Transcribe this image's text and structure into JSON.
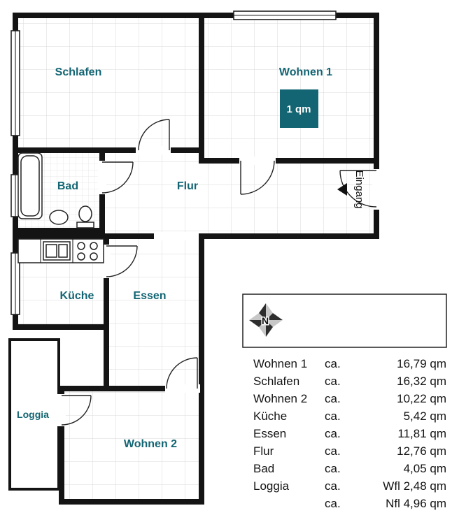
{
  "plan": {
    "rooms": {
      "schlafen": "Schlafen",
      "wohnen1": "Wohnen 1",
      "bad": "Bad",
      "flur": "Flur",
      "kueche": "Küche",
      "essen": "Essen",
      "wohnen2": "Wohnen 2",
      "loggia": "Loggia"
    },
    "scale_label": "1 qm",
    "entrance_label": "Eingang",
    "compass_label": "N"
  },
  "legend": {
    "rows": [
      {
        "name": "Wohnen 1",
        "approx": "ca.",
        "value": "16,79 qm"
      },
      {
        "name": "Schlafen",
        "approx": "ca.",
        "value": "16,32 qm"
      },
      {
        "name": "Wohnen 2",
        "approx": "ca.",
        "value": "10,22 qm"
      },
      {
        "name": "Küche",
        "approx": "ca.",
        "value": "5,42 qm"
      },
      {
        "name": "Essen",
        "approx": "ca.",
        "value": "11,81 qm"
      },
      {
        "name": "Flur",
        "approx": "ca.",
        "value": "12,76 qm"
      },
      {
        "name": "Bad",
        "approx": "ca.",
        "value": "4,05 qm"
      },
      {
        "name": "Loggia",
        "approx": "ca.",
        "value": "Wfl 2,48 qm"
      },
      {
        "name": "",
        "approx": "ca.",
        "value": "Nfl 4,96 qm"
      }
    ]
  },
  "colors": {
    "wall": "#141414",
    "room_label": "#136573",
    "scale_box": "#136573",
    "grid_line": "#d8d8d8"
  }
}
